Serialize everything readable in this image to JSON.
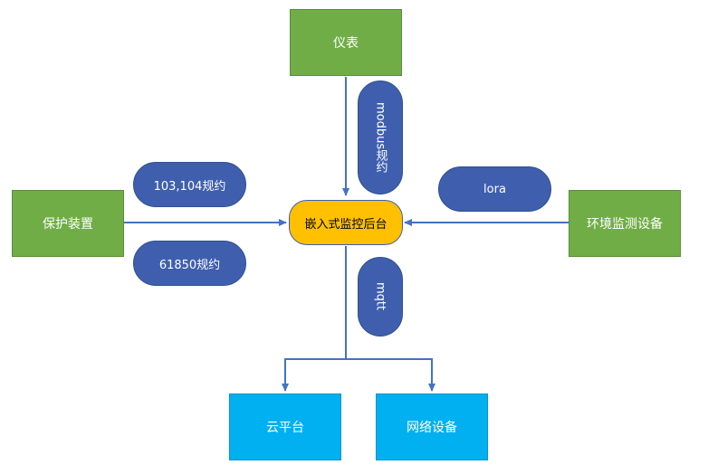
{
  "nodes": {
    "meter": "仪表",
    "protection": "保护装置",
    "env_monitor": "环境监测设备",
    "hub": "嵌入式监控后台",
    "cloud": "云平台",
    "network": "网络设备"
  },
  "protocols": {
    "modbus": "modbus规约",
    "iec103": "103,104规约",
    "iec61850": "61850规约",
    "lora": "lora",
    "mqtt": "mqtt"
  },
  "colors": {
    "green": "#70ad47",
    "cyan": "#00b0f0",
    "pill": "#3f5fae",
    "hub": "#ffc000",
    "arrow": "#4472c4"
  }
}
